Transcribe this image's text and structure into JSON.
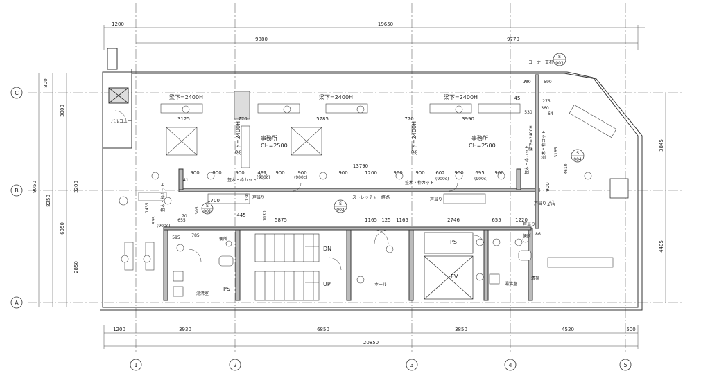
{
  "grid_lines": {
    "columns": [
      "1",
      "2",
      "3",
      "4",
      "5"
    ],
    "rows": [
      "C",
      "B",
      "A"
    ]
  },
  "dimensions": {
    "top_overall": [
      "1200",
      "19650"
    ],
    "top_second": [
      "9880",
      "9770"
    ],
    "bottom_bays": [
      "1200",
      "3930",
      "6850",
      "3850",
      "4520",
      "500"
    ],
    "bottom_total": "20850",
    "left_outer": [
      "9050",
      "8250"
    ],
    "left_inner": [
      "800",
      "3000",
      "3200",
      "6050",
      "2850",
      "1435",
      "535"
    ],
    "right": [
      "3845",
      "4405"
    ],
    "interior": [
      "3125",
      "770",
      "5785",
      "770",
      "3990",
      "45",
      "13790",
      "1700",
      "445",
      "1030",
      "5875",
      "1165",
      "125",
      "1165",
      "2746",
      "655",
      "1220",
      "785",
      "595",
      "770",
      "590",
      "275",
      "530",
      "3185",
      "4610",
      "360",
      "425",
      "86",
      "130",
      "655",
      "305"
    ],
    "ceiling_900s": [
      "900",
      "900",
      "900",
      "452",
      "900",
      "900",
      "900",
      "1200",
      "900",
      "900",
      "602",
      "900",
      "695",
      "900",
      "900"
    ]
  },
  "labels": {
    "beam1": "梁下=2400H",
    "beam2": "梁下=2400H",
    "beam3": "梁下=2400H",
    "beam_v1": "梁下=2400H",
    "beam_v2": "梁下=2400H",
    "beam_v3": "梁下=2400H",
    "office1": "事務所",
    "office1_ch": "CH=2500",
    "office2": "事務所",
    "office2_ch": "CH=2500",
    "cut1": "笠木・枠カット",
    "cut2": "笠木・枠カット",
    "cut3": "笠木・枠カット",
    "cut4": "笠木・枠カット",
    "cut5": "笠木・枠カット",
    "stretcher": "ストレッチャー経路",
    "balcony": "バルコニー",
    "dn": "DN",
    "up": "UP",
    "hall": "ホール",
    "ps1": "PS",
    "ps2": "PS",
    "ev": "EV",
    "wc1": "便所",
    "wc2": "便所",
    "kitchen1": "湯沸室",
    "kitchen2": "湯沸室",
    "cleaning": "清掃",
    "corner": "コーナー支柱",
    "door_900c_1": "(900c)",
    "door_900c_2": "(900c)",
    "door_900c_3": "(900c)",
    "door_900c_4": "(900c)",
    "door_900c_5": "(900c)",
    "door_tag1": "戸当り",
    "door_tag2": "戸当り",
    "door_tag3": "戸当り",
    "door_tag4": "戸当り",
    "num41a": "41",
    "num41b": "41",
    "num70a": "70",
    "num70b": "70",
    "num64": "64"
  },
  "section_markers": [
    {
      "letter": "S",
      "number": "001"
    },
    {
      "letter": "S",
      "number": "002"
    },
    {
      "letter": "S",
      "number": "003"
    },
    {
      "letter": "S",
      "number": "004"
    }
  ],
  "colors": {
    "line": "#333333",
    "grid": "#555555",
    "wall_fill": "#bbbbbb",
    "text": "#222222"
  }
}
